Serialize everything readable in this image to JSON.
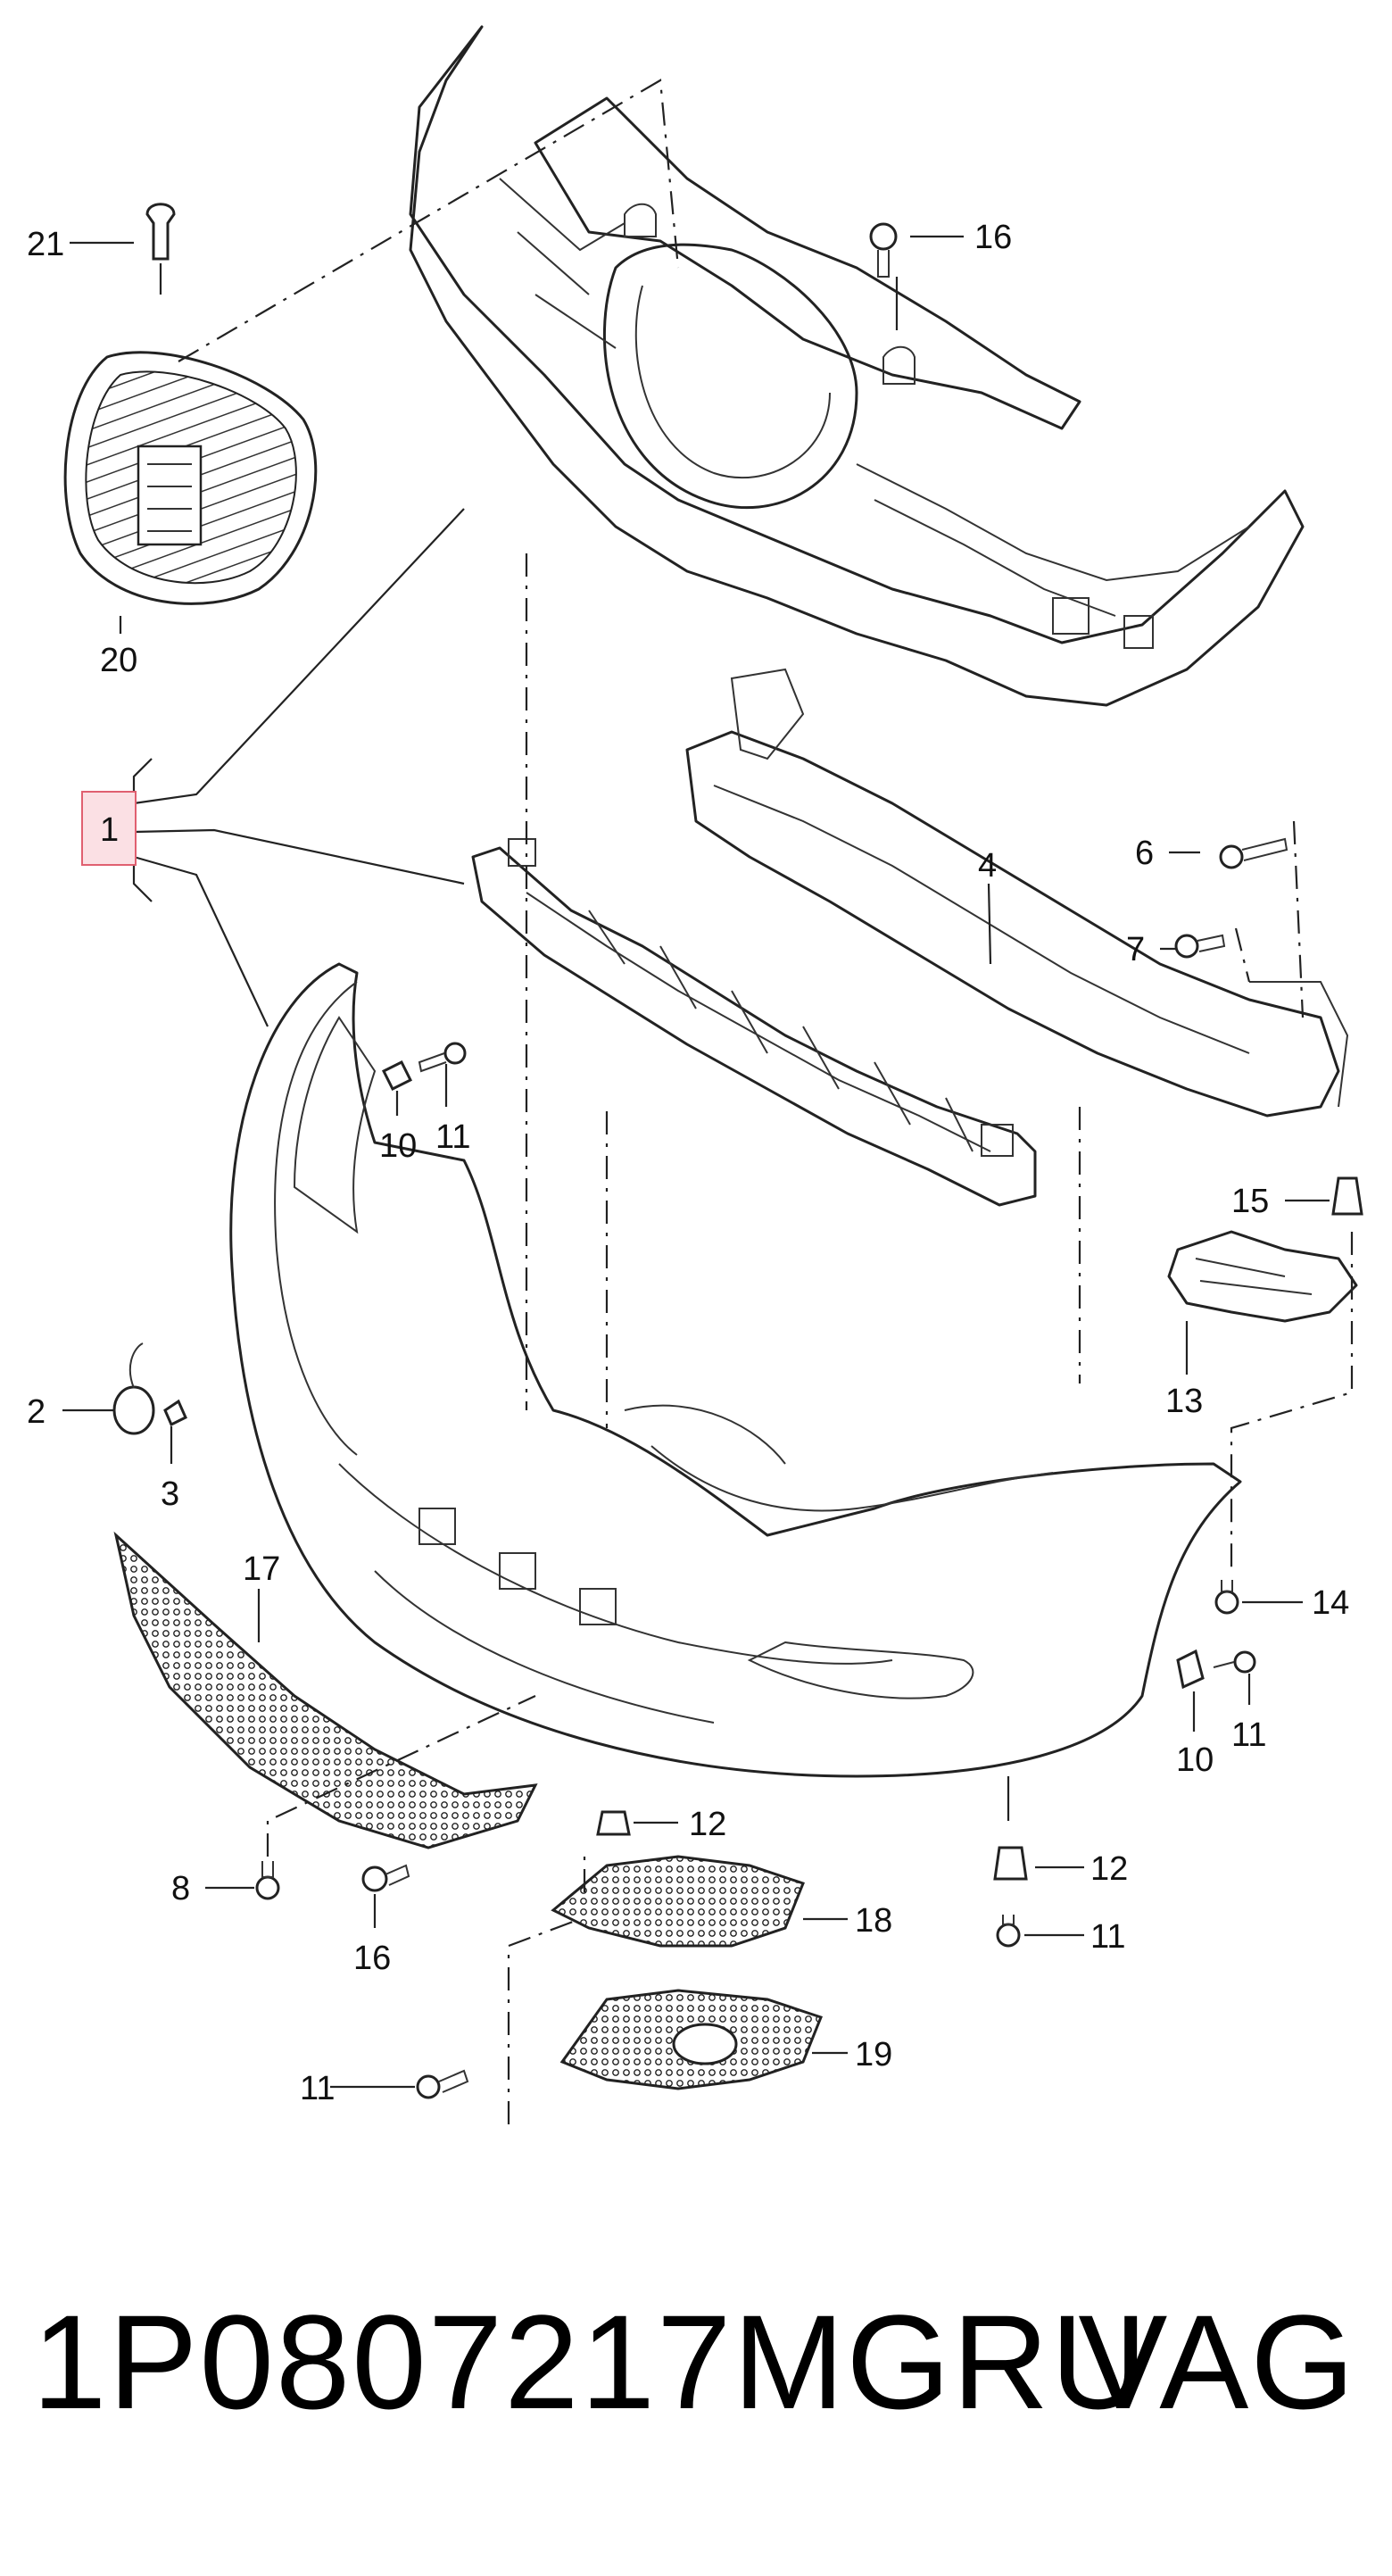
{
  "diagram": {
    "callouts": {
      "c1": "1",
      "c2": "2",
      "c3": "3",
      "c4": "4",
      "c6": "6",
      "c7": "7",
      "c8": "8",
      "c10a": "10",
      "c10b": "10",
      "c11a": "11",
      "c11b": "11",
      "c11c": "11",
      "c11d": "11",
      "c12a": "12",
      "c12b": "12",
      "c13": "13",
      "c14": "14",
      "c15": "15",
      "c16a": "16",
      "c16b": "16",
      "c17": "17",
      "c18": "18",
      "c19": "19",
      "c20": "20",
      "c21": "21"
    },
    "highlight_color": "#fbe0e4",
    "highlight_border": "#e06070"
  },
  "footer": {
    "part_number": "1P0807217MGRU",
    "brand": "VAG"
  }
}
